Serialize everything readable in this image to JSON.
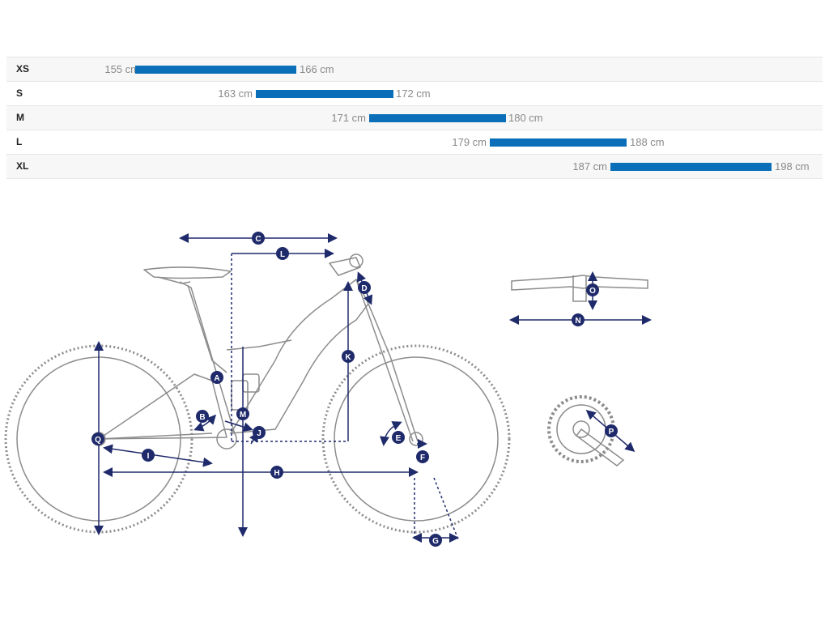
{
  "size_table": {
    "unit": "cm",
    "rows": [
      {
        "size": "XS",
        "min_label": "155 cm",
        "max_label": "166 cm",
        "min": 155,
        "max": 166
      },
      {
        "size": "S",
        "min_label": "163 cm",
        "max_label": "172 cm",
        "min": 163,
        "max": 172
      },
      {
        "size": "M",
        "min_label": "171 cm",
        "max_label": "180 cm",
        "min": 171,
        "max": 180
      },
      {
        "size": "L",
        "min_label": "179 cm",
        "max_label": "188 cm",
        "min": 179,
        "max": 188
      },
      {
        "size": "XL",
        "min_label": "187 cm",
        "max_label": "198 cm",
        "min": 187,
        "max": 198
      }
    ]
  },
  "geometry_labels": {
    "A": "A",
    "B": "B",
    "C": "C",
    "D": "D",
    "E": "E",
    "F": "F",
    "G": "G",
    "H": "H",
    "I": "I",
    "J": "J",
    "K": "K",
    "L": "L",
    "M": "M",
    "N": "N",
    "O": "O",
    "P": "P",
    "Q": "Q"
  },
  "colors": {
    "bar": "#0a6fb8",
    "dimension": "#1f2a6b",
    "frame": "#8c8c8c"
  }
}
